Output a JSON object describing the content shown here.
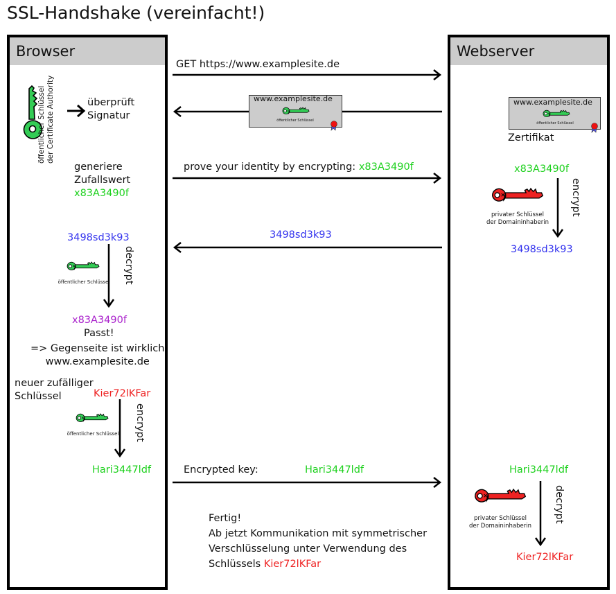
{
  "title": "SSL-Handshake (vereinfacht!)",
  "colors": {
    "panel_header": "#cccccc",
    "public_key": "#33cc55",
    "private_key": "#ee2222",
    "green_text": "#1ed11e",
    "blue_text": "#3333ee",
    "purple_text": "#aa22cc",
    "red_text": "#ee2222"
  },
  "browser": {
    "header": "Browser",
    "ca_key_label": [
      "öffentlicher Schlüssel",
      "der Certificate Authority"
    ],
    "verify": [
      "überprüft",
      "Signatur"
    ],
    "generate": [
      "generiere",
      "Zufallswert"
    ],
    "random_value": "x83A3490f",
    "received_value": "3498sd3k93",
    "public_key_label": "öffentlicher Schlüssel",
    "decrypt_label": "decrypt",
    "decrypted_value": "x83A3490f",
    "match": "Passt!",
    "conclusion": [
      "=> Gegenseite ist wirklich",
      "www.examplesite.de"
    ],
    "new_key": [
      "neuer zufälliger",
      "Schlüssel"
    ],
    "session_key": "Kier72lKFar",
    "public_key_label_2": "öffentlicher Schlüssel",
    "encrypt_label": "encrypt",
    "encrypted_key": "Hari3447ldf"
  },
  "messages": {
    "get_request": "GET https://www.examplesite.de",
    "certificate": {
      "domain": "www.examplesite.de",
      "key_label": "öffentlicher Schlüssel"
    },
    "challenge_label": "prove your identity by encrypting:",
    "challenge_value": "x83A3490f",
    "response_value": "3498sd3k93",
    "encrypted_key_label": "Encrypted key:",
    "encrypted_key_value": "Hari3447ldf",
    "done": "Fertig!",
    "summary": [
      "Ab jetzt Kommunikation mit symmetrischer",
      "Verschlüsselung unter Verwendung des"
    ],
    "summary_key_prefix": "Schlüssels",
    "summary_key": "Kier72lKFar"
  },
  "webserver": {
    "header": "Webserver",
    "certificate": {
      "domain": "www.examplesite.de",
      "key_label": "öffentlicher Schlüssel",
      "caption": "Zertifikat"
    },
    "challenge_value": "x83A3490f",
    "private_key_label": [
      "privater Schlüssel",
      "der Domaininhaberin"
    ],
    "encrypt_label": "encrypt",
    "encrypted_value": "3498sd3k93",
    "received_key": "Hari3447ldf",
    "private_key_label_2": [
      "privater Schlüssel",
      "der Domaininhaberin"
    ],
    "decrypt_label": "decrypt",
    "session_key": "Kier72lKFar"
  }
}
